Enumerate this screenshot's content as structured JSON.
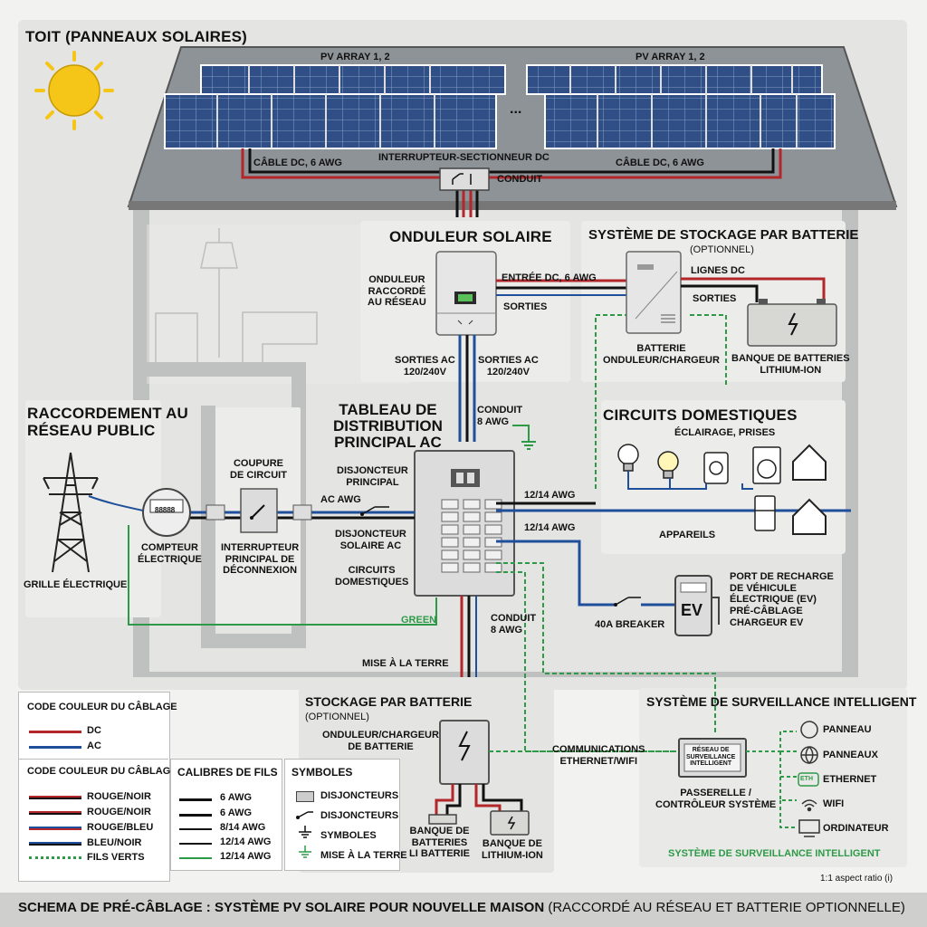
{
  "roof": {
    "title": "TOIT (PANNEAUX SOLAIRES)",
    "array_left": "PV ARRAY 1, 2",
    "array_right": "PV ARRAY 1, 2",
    "ellipsis": "...",
    "dc_cable_left": "CÂBLE DC, 6 AWG",
    "dc_cable_right": "CÂBLE DC, 6 AWG",
    "dc_disconnect": "INTERRUPTEUR-SECTIONNEUR DC",
    "conduit": "CONDUIT"
  },
  "inverter": {
    "title": "ONDULEUR SOLAIRE",
    "grid_tied": "ONDULEUR\nRACCORDÉ\nAU RÉSEAU",
    "dc_input": "ENTRÉE DC, 6 AWG",
    "outputs": "SORTIES",
    "ac_out_left": "SORTIES AC\n120/240V",
    "ac_out_right": "SORTIES AC\n120/240V"
  },
  "storage": {
    "title": "SYSTÈME DE STOCKAGE PAR BATTERIE",
    "optional": "(OPTIONNEL)",
    "dc_lines": "LIGNES DC",
    "outputs": "SORTIES",
    "battery_inverter": "BATTERIE\nONDULEUR/CHARGEUR",
    "battery_bank": "BANQUE DE BATTERIES\nLITHIUM-ION"
  },
  "panel": {
    "title": "TABLEAU DE\nDISTRIBUTION\nPRINCIPAL AC",
    "conduit_top": "CONDUIT\n8 AWG",
    "main_breaker": "DISJONCTEUR\nPRINCIPAL",
    "solar_breaker": "DISJONCTEUR\nSOLAIRE AC",
    "home_circuits": "CIRCUITS\nDOMESTIQUES",
    "conduit_bottom": "CONDUIT\n8 AWG",
    "awg_1": "12/14 AWG",
    "awg_2": "12/14 AWG"
  },
  "grid": {
    "title": "RACCORDEMENT AU\nRÉSEAU PUBLIC",
    "grid_label": "GRILLE ÉLECTRIQUE",
    "meter": "COMPTEUR\nÉLECTRIQUE",
    "meter_display": "88888",
    "cutoff": "COUPURE\nDE CIRCUIT",
    "main_disconnect": "INTERRUPTEUR\nPRINCIPAL DE\nDÉCONNEXION",
    "ac_awg": "AC AWG",
    "green": "GREEN",
    "ground": "MISE À LA TERRE"
  },
  "circuits": {
    "title": "CIRCUITS DOMESTIQUES",
    "lighting": "ÉCLAIRAGE, PRISES",
    "appliances": "APPAREILS"
  },
  "ev": {
    "title": "PORT DE RECHARGE\nDE VÉHICULE\nÉLECTRIQUE (EV)\nPRÉ-CÂBLAGE\nCHARGEUR EV",
    "ev_label": "EV",
    "breaker": "40A BREAKER"
  },
  "storage2": {
    "title": "STOCKAGE PAR BATTERIE",
    "optional": "(OPTIONNEL)",
    "inverter": "ONDULEUR/CHARGEUR\nDE BATTERIE",
    "bank_left": "BANQUE DE\nBATTERIES\nLI BATTERIE",
    "bank_right": "BANQUE DE\nLITHIUM-ION",
    "comms": "COMMUNICATIONS\nETHERNET/WIFI"
  },
  "monitor": {
    "title": "SYSTÈME DE SURVEILLANCE INTELLIGENT",
    "network": "RÉSEAU DE\nSURVEILLANCE\nINTELLIGENT",
    "gateway": "PASSERELLE /\nCONTRÔLEUR SYSTÈME",
    "items": [
      "PANNEAU",
      "PANNEAUX",
      "ETHERNET",
      "WIFI",
      "ORDINATEUR"
    ],
    "ethernet_icon": "ETH",
    "footer": "SYSTÈME DE SURVEILLANCE INTELLIGENT"
  },
  "legend_color": {
    "title": "CODE COULEUR DU CÂBLAGE",
    "dc": "DC",
    "ac": "AC"
  },
  "legend_color2": {
    "title": "CODE COULEUR DU CÂBLAGE",
    "items": [
      "ROUGE/NOIR",
      "ROUGE/NOIR",
      "ROUGE/BLEU",
      "BLEU/NOIR",
      "FILS VERTS"
    ]
  },
  "legend_gauges": {
    "title": "CALIBRES DE FILS",
    "items": [
      "6 AWG",
      "6 AWG",
      "8/14 AWG",
      "12/14 AWG",
      "12/14 AWG"
    ]
  },
  "legend_symbols": {
    "title": "SYMBOLES",
    "items": [
      "DISJONCTEURS",
      "DISJONCTEURS",
      "SYMBOLES",
      "MISE À LA TERRE"
    ]
  },
  "aspect_note": "1:1 aspect ratio (i)",
  "footer": {
    "bold": "SCHEMA DE PRÉ-CÂBLAGE : SYSTÈME PV SOLAIRE POUR NOUVELLE MAISON",
    "normal": "(RACCORDÉ AU RÉSEAU ET BATTERIE OPTIONNELLE)"
  },
  "colors": {
    "dc": "#b3262a",
    "ac": "#1f4f9a",
    "ground": "#2e9a48",
    "solar_panel": "#2f4f86",
    "sun": "#f5c518",
    "roof": "#8e9397"
  }
}
